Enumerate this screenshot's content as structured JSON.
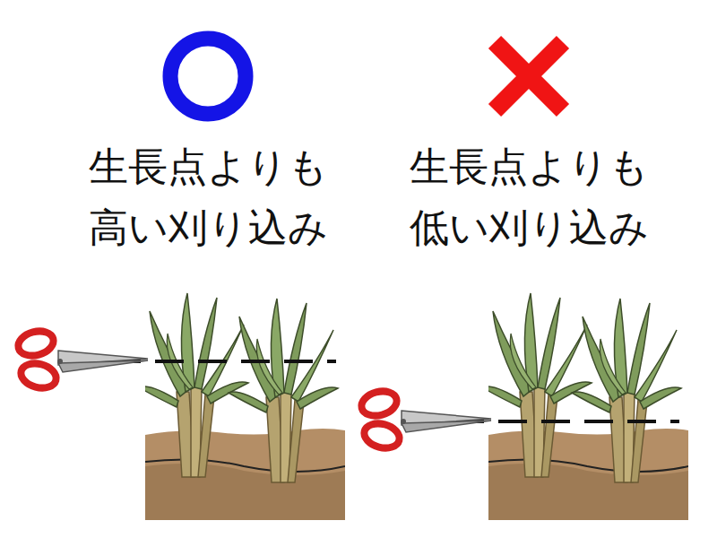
{
  "diagram": {
    "labels": [
      "生長点よりも",
      "高い刈り込み",
      "生長点よりも",
      "低い刈り込み"
    ]
  }
}
